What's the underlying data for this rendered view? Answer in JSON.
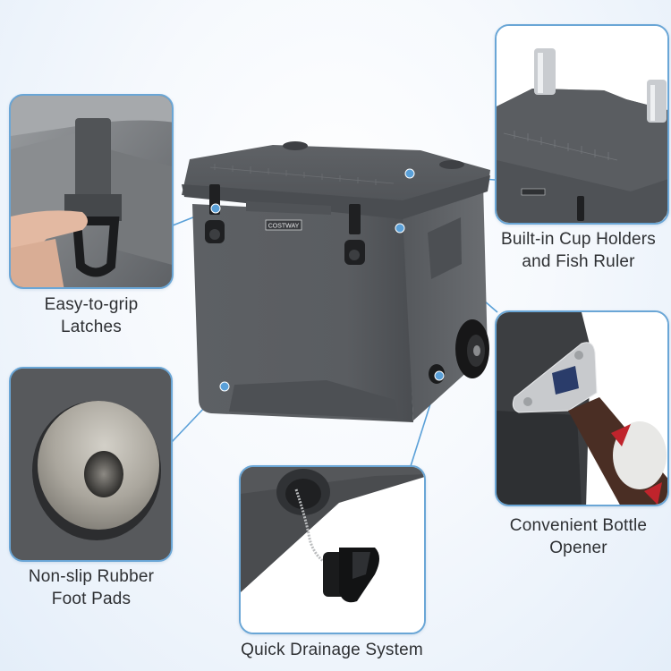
{
  "product": {
    "name": "Rolling Cooler",
    "brand_label": "COSTWAY",
    "colors": {
      "body": "#5c5f63",
      "body_shadow": "#45484c",
      "lid": "#55585c",
      "latch": "#1e1f21",
      "wheel": "#1a1a1b",
      "accent": "#5aa0d8",
      "panel_border": "#6aa6d6"
    }
  },
  "features": [
    {
      "id": "latches",
      "line1": "Easy-to-grip",
      "line2": "Latches",
      "icon": "latch-closeup-image"
    },
    {
      "id": "cup-holders",
      "line1": "Built-in Cup Holders",
      "line2": "and Fish Ruler",
      "icon": "lid-cupholder-image"
    },
    {
      "id": "bottle-opener",
      "line1": "Convenient Bottle",
      "line2": "Opener",
      "icon": "bottle-opener-image"
    },
    {
      "id": "foot-pads",
      "line1": "Non-slip Rubber",
      "line2": "Foot Pads",
      "icon": "rubber-foot-image"
    },
    {
      "id": "drainage",
      "line1": "Quick Drainage System",
      "line2": "",
      "icon": "drain-plug-image"
    }
  ]
}
